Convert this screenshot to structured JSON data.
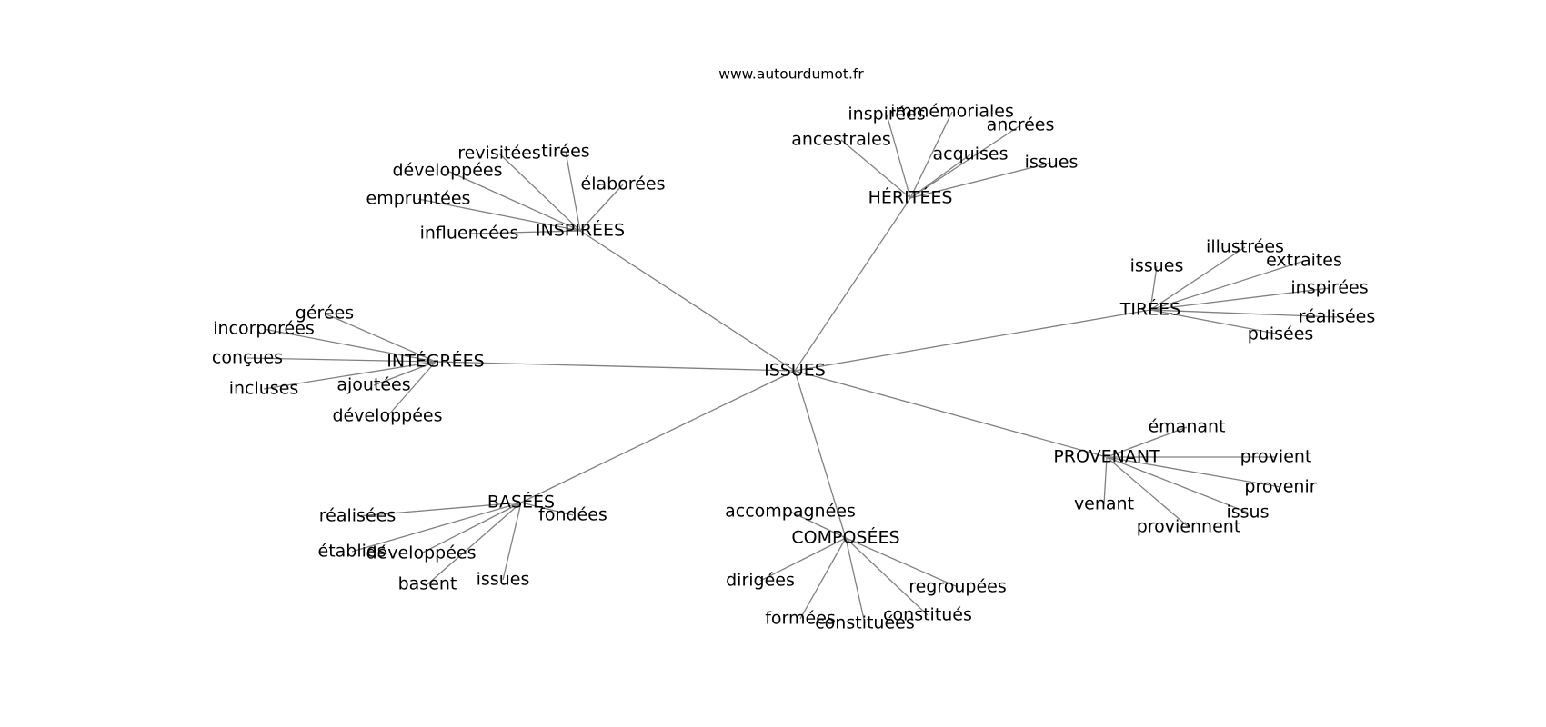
{
  "source_label": "www.autourdumot.fr",
  "colors": {
    "edge": "#808080",
    "text": "#000000",
    "background": "#ffffff"
  },
  "root": {
    "id": "issues",
    "label": "ISSUES"
  },
  "clusters": [
    {
      "id": "heritees",
      "label": "HÉRITÉES",
      "leaves": [
        {
          "id": "heritees-inspirees",
          "label": "inspirées"
        },
        {
          "id": "heritees-immemoriales",
          "label": "immémoriales"
        },
        {
          "id": "heritees-ancrees",
          "label": "ancrées"
        },
        {
          "id": "heritees-ancestrales",
          "label": "ancestrales"
        },
        {
          "id": "heritees-acquises",
          "label": "acquises"
        },
        {
          "id": "heritees-issues",
          "label": "issues"
        }
      ]
    },
    {
      "id": "inspirees",
      "label": "INSPIRÉES",
      "leaves": [
        {
          "id": "inspirees-revisitees",
          "label": "revisitées"
        },
        {
          "id": "inspirees-tirees",
          "label": "tirées"
        },
        {
          "id": "inspirees-developpees",
          "label": "développées"
        },
        {
          "id": "inspirees-elaborees",
          "label": "élaborées"
        },
        {
          "id": "inspirees-empruntees",
          "label": "empruntées"
        },
        {
          "id": "inspirees-influencees",
          "label": "influencées"
        }
      ]
    },
    {
      "id": "tirees",
      "label": "TIRÉES",
      "leaves": [
        {
          "id": "tirees-illustrees",
          "label": "illustrées"
        },
        {
          "id": "tirees-issues",
          "label": "issues"
        },
        {
          "id": "tirees-extraites",
          "label": "extraites"
        },
        {
          "id": "tirees-inspirees",
          "label": "inspirées"
        },
        {
          "id": "tirees-realisees",
          "label": "réalisées"
        },
        {
          "id": "tirees-puisees",
          "label": "puisées"
        }
      ]
    },
    {
      "id": "integrees",
      "label": "INTÉGRÉES",
      "leaves": [
        {
          "id": "integrees-gerees",
          "label": "gérées"
        },
        {
          "id": "integrees-incorporees",
          "label": "incorporées"
        },
        {
          "id": "integrees-concues",
          "label": "conçues"
        },
        {
          "id": "integrees-incluses",
          "label": "incluses"
        },
        {
          "id": "integrees-ajoutees",
          "label": "ajoutées"
        },
        {
          "id": "integrees-developpees",
          "label": "développées"
        }
      ]
    },
    {
      "id": "provenant",
      "label": "PROVENANT",
      "leaves": [
        {
          "id": "provenant-emanant",
          "label": "émanant"
        },
        {
          "id": "provenant-provient",
          "label": "provient"
        },
        {
          "id": "provenant-provenir",
          "label": "provenir"
        },
        {
          "id": "provenant-venant",
          "label": "venant"
        },
        {
          "id": "provenant-issus",
          "label": "issus"
        },
        {
          "id": "provenant-proviennent",
          "label": "proviennent"
        }
      ]
    },
    {
      "id": "basees",
      "label": "BASÉES",
      "leaves": [
        {
          "id": "basees-realisees",
          "label": "réalisées"
        },
        {
          "id": "basees-fondees",
          "label": "fondées"
        },
        {
          "id": "basees-etablies",
          "label": "établies"
        },
        {
          "id": "basees-developpees",
          "label": "développées"
        },
        {
          "id": "basees-basent",
          "label": "basent"
        },
        {
          "id": "basees-issues",
          "label": "issues"
        }
      ]
    },
    {
      "id": "composees",
      "label": "COMPOSÉES",
      "leaves": [
        {
          "id": "composees-accompagnees",
          "label": "accompagnées"
        },
        {
          "id": "composees-dirigees",
          "label": "dirigées"
        },
        {
          "id": "composees-regroupees",
          "label": "regroupées"
        },
        {
          "id": "composees-formees",
          "label": "formées"
        },
        {
          "id": "composees-constitues",
          "label": "constitués"
        },
        {
          "id": "composees-constituees",
          "label": "constituées"
        }
      ]
    }
  ]
}
